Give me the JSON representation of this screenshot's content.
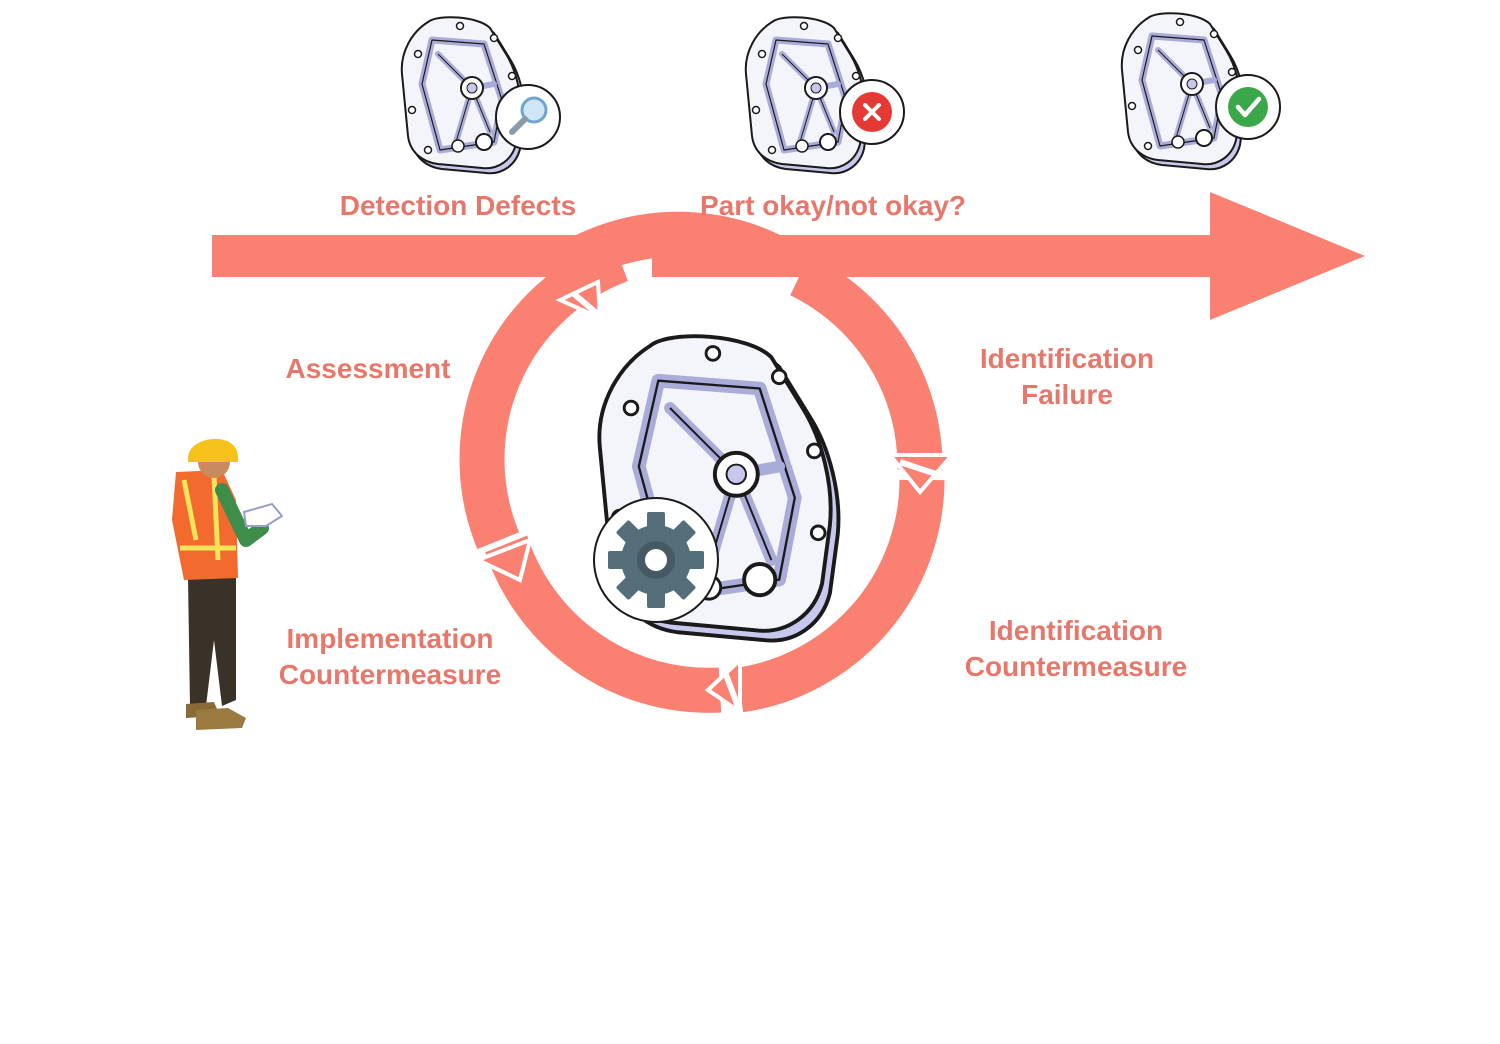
{
  "colors": {
    "accent": "#fa8072",
    "label": "#e8776b",
    "part_fill": "#f4f4fb",
    "part_rim": "#a9abd9",
    "part_outline": "#1a1a1a",
    "check_green": "#3aa84a",
    "cross_red": "#e53935",
    "gear_gray": "#546e7a",
    "helmet_yellow": "#f6c21a",
    "vest_orange": "#f26a2e"
  },
  "process_arrow": {
    "stages": [
      {
        "label": "Detection Defects",
        "icon": "magnifier-icon"
      },
      {
        "label": "Part okay/not okay?",
        "icon": "cross-icon"
      },
      {
        "label": "",
        "icon": "checkmark-icon"
      }
    ]
  },
  "cycle": {
    "center_icon": "gear-icon",
    "steps": [
      {
        "lines": [
          "Identification",
          "Failure"
        ]
      },
      {
        "lines": [
          "Identification",
          "Countermeasure"
        ]
      },
      {
        "lines": [
          "Implementation",
          "Countermeasure"
        ]
      },
      {
        "lines": [
          "Assessment"
        ]
      }
    ]
  },
  "figure": {
    "icon": "worker-icon"
  }
}
